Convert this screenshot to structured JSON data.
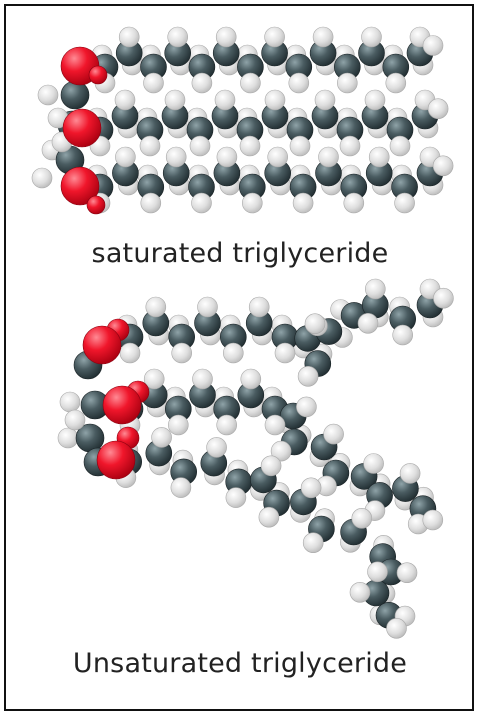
{
  "captions": {
    "saturated": "saturated triglyceride",
    "unsaturated": "Unsaturated triglyceride"
  },
  "colors": {
    "carbon": "#37474c",
    "hydrogen": "#e6e6e6",
    "oxygen": "#f0162b",
    "frame": "#111111"
  },
  "molecules": [
    {
      "name": "saturated-triglyceride",
      "chains": 3,
      "double_bonds": 0
    },
    {
      "name": "unsaturated-triglyceride",
      "chains": 3,
      "double_bonds": 3
    }
  ]
}
